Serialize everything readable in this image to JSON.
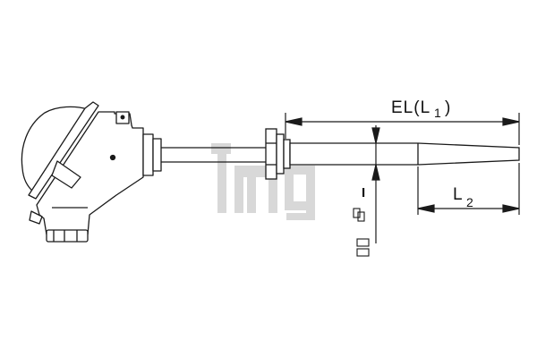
{
  "diagram": {
    "labels": {
      "el_dimension_prefix": "EL(L",
      "el_dimension_sub": "1",
      "el_dimension_suffix": ")",
      "l2_dimension": "L",
      "l2_dimension_sub": "2",
      "insertion_symbol": "I"
    },
    "watermark": {
      "text": "tmg",
      "color": "#d6d6d6"
    },
    "colors": {
      "line": "#1a1a1a",
      "fill": "#ffffff"
    }
  }
}
